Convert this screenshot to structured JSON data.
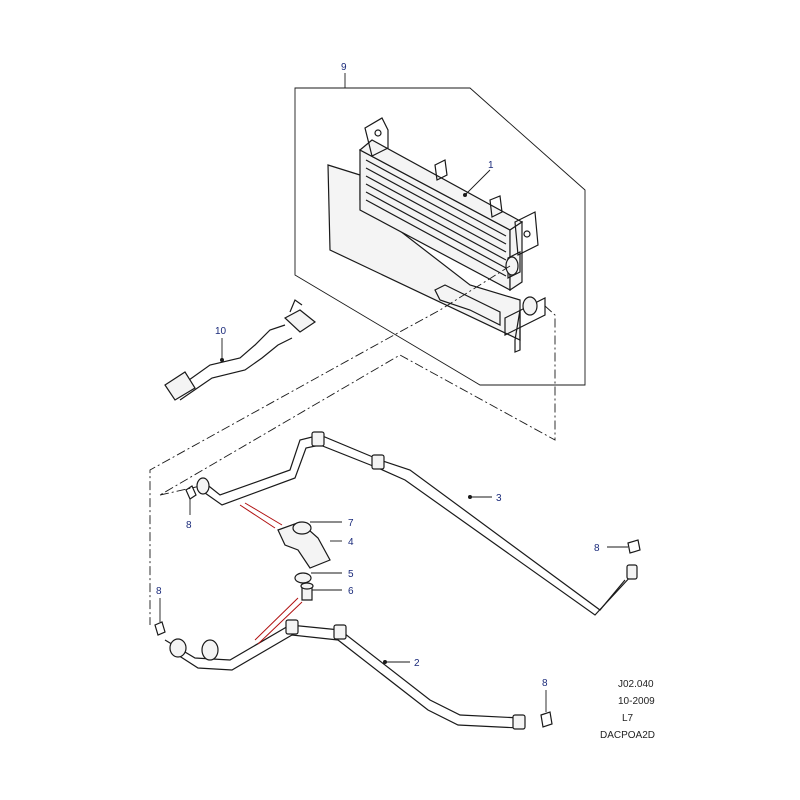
{
  "callouts": {
    "c1": "1",
    "c2": "2",
    "c3": "3",
    "c4": "4",
    "c5": "5",
    "c6": "6",
    "c7": "7",
    "c8a": "8",
    "c8b": "8",
    "c8c": "8",
    "c8d": "8",
    "c9": "9",
    "c10": "10"
  },
  "footer": {
    "ref": "J02.040",
    "date": "10-2009",
    "model": "L7",
    "code": "DACPOA2D"
  },
  "colors": {
    "callout": "#1a2a7a",
    "red_leader": "#b01010",
    "line": "#1a1a1a"
  }
}
